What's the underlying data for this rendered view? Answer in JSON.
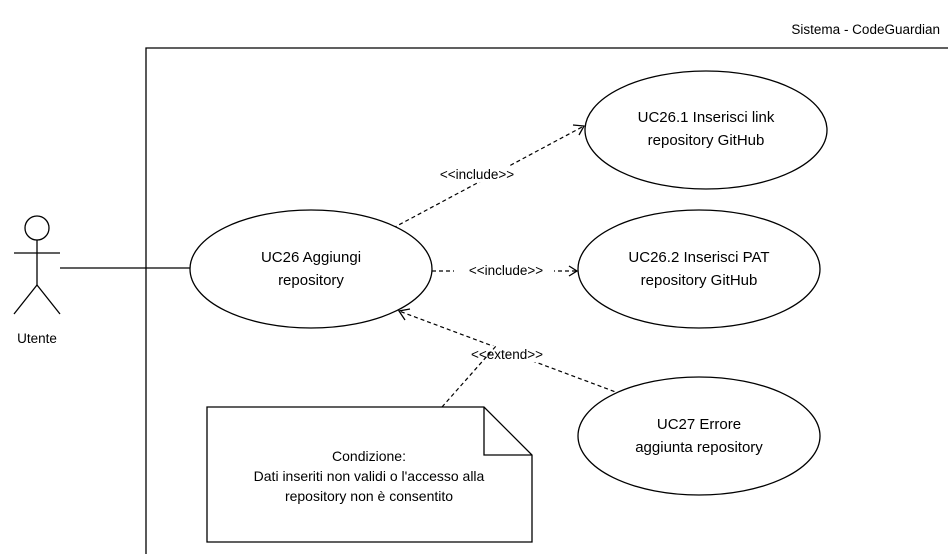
{
  "system": {
    "title": "Sistema - CodeGuardian"
  },
  "actor": {
    "name": "Utente"
  },
  "use_cases": {
    "uc26": {
      "line1": "UC26 Aggiungi",
      "line2": "repository"
    },
    "uc26_1": {
      "line1": "UC26.1 Inserisci link",
      "line2": "repository GitHub"
    },
    "uc26_2": {
      "line1": "UC26.2 Inserisci PAT",
      "line2": "repository GitHub"
    },
    "uc27": {
      "line1": "UC27 Errore",
      "line2": "aggiunta repository"
    }
  },
  "relations": {
    "include_1": "<<include>>",
    "include_2": "<<include>>",
    "extend": "<<extend>>"
  },
  "note": {
    "line1": "Condizione:",
    "line2": "Dati inseriti non validi o l'accesso alla",
    "line3": "repository non è consentito"
  }
}
